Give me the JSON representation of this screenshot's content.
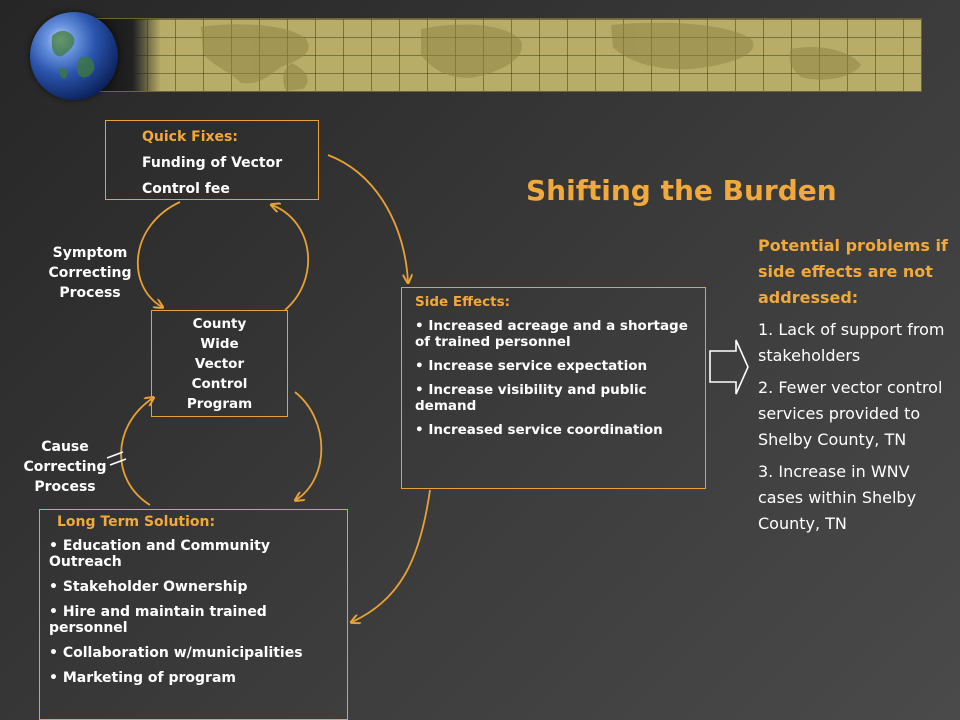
{
  "title": "Shifting the Burden",
  "quick_fixes": {
    "heading": "Quick Fixes:",
    "lines": [
      "Funding of Vector",
      "Control fee"
    ]
  },
  "county_program": {
    "lines": [
      "County",
      "Wide",
      "Vector",
      "Control",
      "Program"
    ]
  },
  "side_effects": {
    "heading": "Side Effects:",
    "items": [
      "Increased acreage and a shortage of trained personnel",
      "Increase service expectation",
      "Increase visibility and public demand",
      "Increased service coordination"
    ]
  },
  "long_term": {
    "heading": "Long Term Solution:",
    "items": [
      "Education and Community Outreach",
      "Stakeholder Ownership",
      "Hire and maintain trained personnel",
      "Collaboration w/municipalities",
      "Marketing of program"
    ]
  },
  "symptom_label": [
    "Symptom",
    "Correcting",
    "Process"
  ],
  "cause_label": [
    "Cause",
    "Correcting",
    "Process"
  ],
  "potential": {
    "heading": "Potential problems if side effects are not addressed:",
    "items": [
      "1. Lack of support from stakeholders",
      "2. Fewer vector control services provided to Shelby County, TN",
      "3. Increase in WNV cases within Shelby County, TN"
    ]
  },
  "colors": {
    "accent": "#f0a93a",
    "box_border": "#e8a135",
    "text": "#ffffff",
    "background": "#333333"
  }
}
